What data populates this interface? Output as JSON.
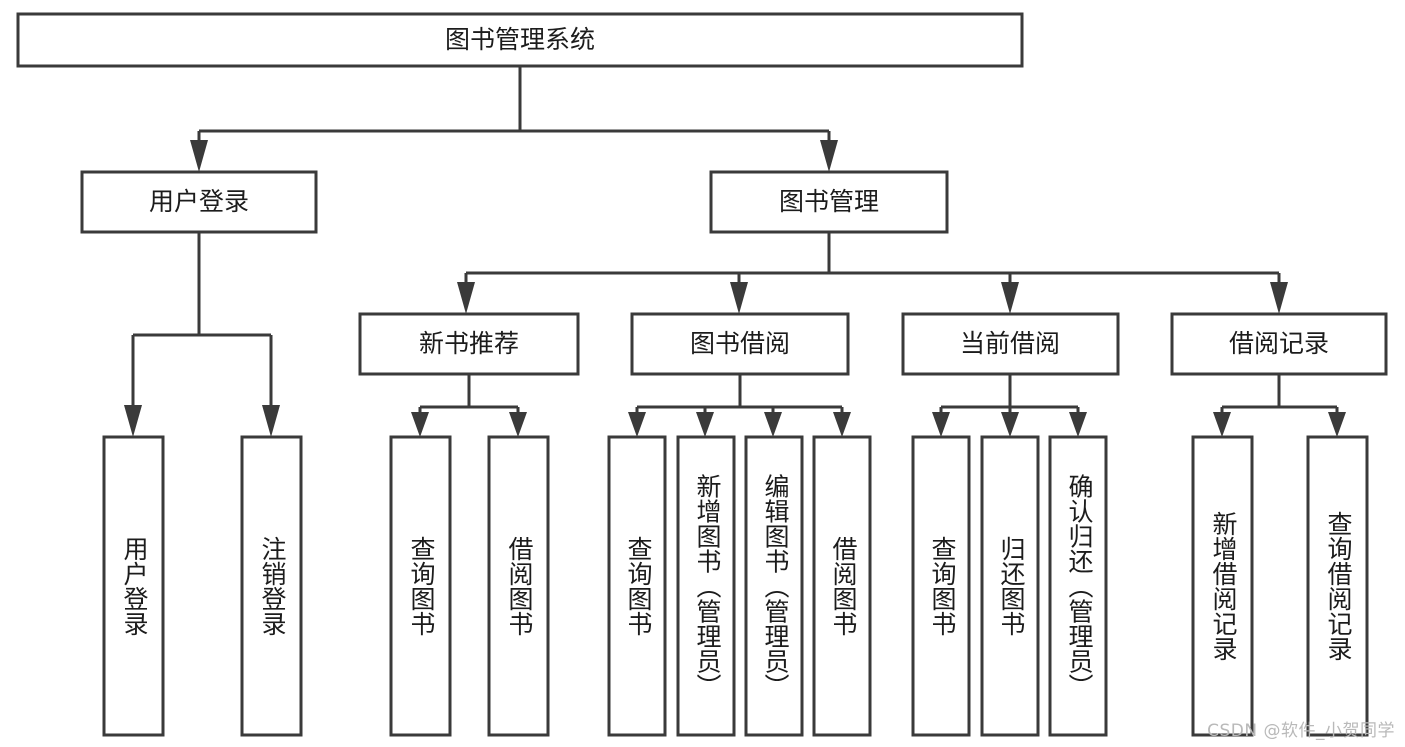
{
  "diagram": {
    "title": "图书管理系统",
    "type": "hierarchy-tree",
    "watermark": "CSDN @软件_小贺同学",
    "colors": {
      "background": "#ffffff",
      "box_stroke": "#3a3a3a",
      "box_fill": "#ffffff",
      "text": "#1c1c1c",
      "connector": "#3a3a3a",
      "watermark": "#b9b9b9"
    },
    "levels": 4
  },
  "root": {
    "label": "图书管理系统",
    "orientation": "horizontal"
  },
  "level2": [
    {
      "label": "用户登录",
      "orientation": "horizontal"
    },
    {
      "label": "图书管理",
      "orientation": "horizontal"
    }
  ],
  "level3": [
    {
      "label": "新书推荐",
      "orientation": "horizontal",
      "parent": "图书管理"
    },
    {
      "label": "图书借阅",
      "orientation": "horizontal",
      "parent": "图书管理"
    },
    {
      "label": "当前借阅",
      "orientation": "horizontal",
      "parent": "图书管理"
    },
    {
      "label": "借阅记录",
      "orientation": "horizontal",
      "parent": "图书管理"
    }
  ],
  "leaves": {
    "user_login": [
      {
        "label": "用户登录",
        "orientation": "vertical"
      },
      {
        "label": "注销登录",
        "orientation": "vertical"
      }
    ],
    "new_book_recommend": [
      {
        "label": "查询图书",
        "orientation": "vertical"
      },
      {
        "label": "借阅图书",
        "orientation": "vertical"
      }
    ],
    "book_borrow": [
      {
        "label": "查询图书",
        "orientation": "vertical"
      },
      {
        "label": "新增图书（管理员）",
        "orientation": "vertical"
      },
      {
        "label": "编辑图书（管理员）",
        "orientation": "vertical"
      },
      {
        "label": "借阅图书",
        "orientation": "vertical"
      }
    ],
    "current_borrow": [
      {
        "label": "查询图书",
        "orientation": "vertical"
      },
      {
        "label": "归还图书",
        "orientation": "vertical"
      },
      {
        "label": "确认归还（管理员）",
        "orientation": "vertical"
      }
    ],
    "borrow_record": [
      {
        "label": "新增借阅记录",
        "orientation": "vertical"
      },
      {
        "label": "查询借阅记录",
        "orientation": "vertical"
      }
    ]
  }
}
